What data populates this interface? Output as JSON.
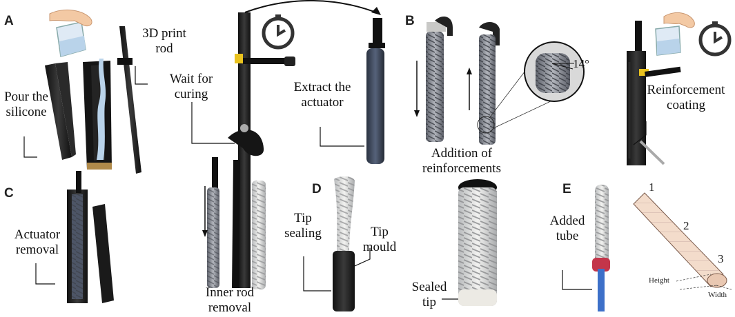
{
  "panels": {
    "a": "A",
    "b": "B",
    "c": "C",
    "d": "D",
    "e": "E"
  },
  "labels": {
    "pour_line1": "Pour the",
    "pour_line2": "silicone",
    "rod_line1": "3D print",
    "rod_line2": "rod",
    "wait_line1": "Wait for",
    "wait_line2": "curing",
    "extract_line1": "Extract the",
    "extract_line2": "actuator",
    "addition_line1": "Addition of",
    "addition_line2": "reinforcements",
    "angle": "14°",
    "coating_line1": "Reinforcement",
    "coating_line2": "coating",
    "removal_line1": "Actuator",
    "removal_line2": "removal",
    "inner_line1": "Inner rod",
    "inner_line2": "removal",
    "tipseal_line1": "Tip",
    "tipseal_line2": "sealing",
    "tipmould_line1": "Tip",
    "tipmould_line2": "mould",
    "sealed_line1": "Sealed",
    "sealed_line2": "tip",
    "tube_line1": "Added",
    "tube_line2": "tube",
    "n1": "1",
    "n2": "2",
    "n3": "3",
    "height": "Height",
    "width": "Width"
  },
  "icons": [
    "pouring-hand-icon",
    "clock-icon",
    "curved-arrow-icon"
  ],
  "colors": {
    "silicone": "#b9d3ea",
    "mould": "#1c1c1c",
    "actuator": "#3b4453",
    "reinforced": "#8d9099",
    "skin": "#f3c9a4",
    "segment": "#f3dccb",
    "tube": "#3d70c9"
  }
}
